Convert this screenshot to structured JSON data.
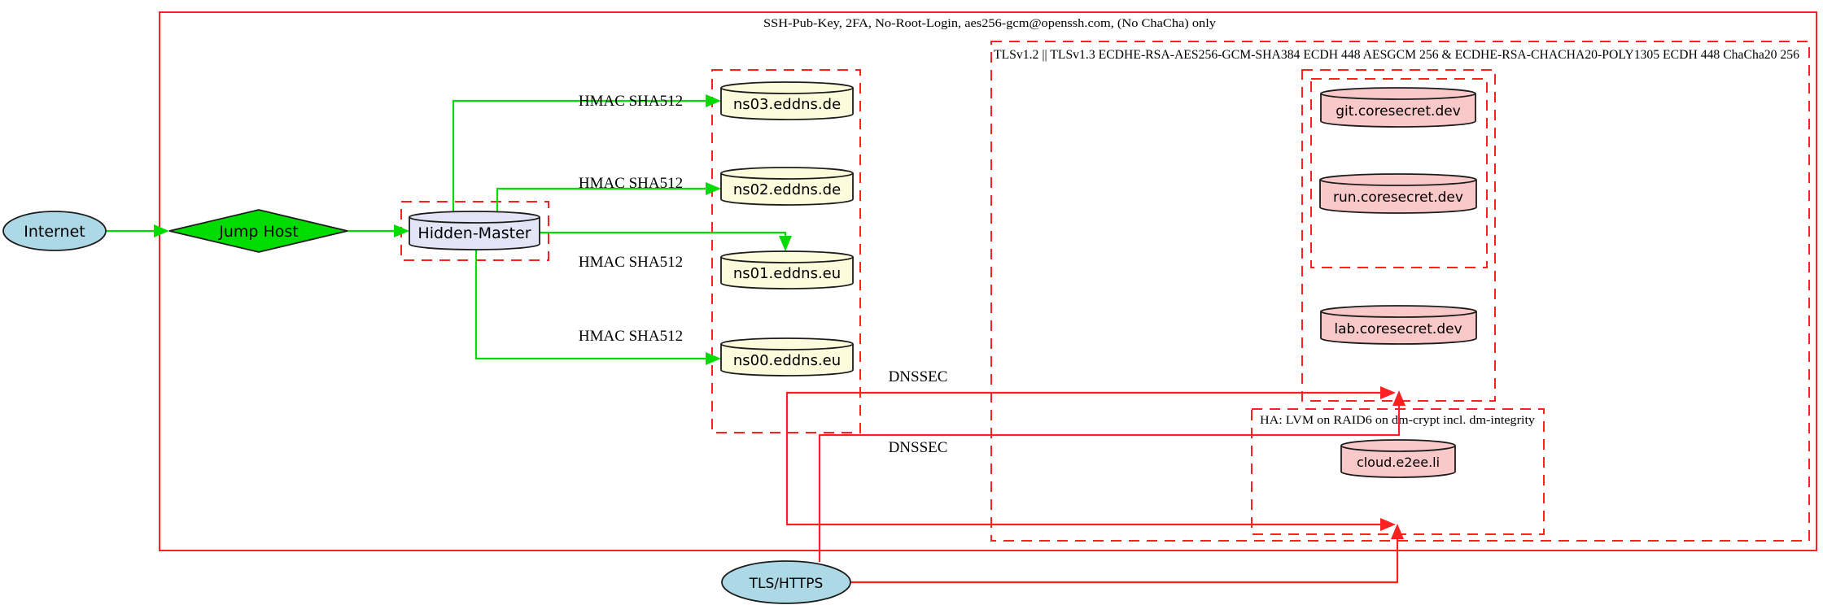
{
  "diagram": {
    "clusters": {
      "ssh": {
        "label": "SSH-Pub-Key, 2FA, No-Root-Login, aes256-gcm@openssh.com, (No ChaCha) only"
      },
      "tls": {
        "label": "TLSv1.2 || TLSv1.3 ECDHE-RSA-AES256-GCM-SHA384 ECDH 448 AESGCM 256 & ECDHE-RSA-CHACHA20-POLY1305 ECDH 448 ChaCha20 256"
      },
      "ha": {
        "label": "HA: LVM on RAID6 on dm-crypt incl. dm-integrity"
      }
    },
    "nodes": {
      "internet": {
        "label": "Internet"
      },
      "jump_host": {
        "label": "Jump Host"
      },
      "hidden_master": {
        "label": "Hidden-Master"
      },
      "ns03": {
        "label": "ns03.eddns.de"
      },
      "ns02": {
        "label": "ns02.eddns.de"
      },
      "ns01": {
        "label": "ns01.eddns.eu"
      },
      "ns00": {
        "label": "ns00.eddns.eu"
      },
      "git": {
        "label": "git.coresecret.dev"
      },
      "run": {
        "label": "run.coresecret.dev"
      },
      "lab": {
        "label": "lab.coresecret.dev"
      },
      "cloud": {
        "label": "cloud.e2ee.li"
      },
      "tls_https": {
        "label": "TLS/HTTPS"
      }
    },
    "edge_labels": {
      "hmac": "HMAC SHA512",
      "dnssec": "DNSSEC"
    },
    "colors": {
      "red": "#ff2020",
      "green": "#00dc00",
      "lightblue": "#add8e6",
      "lightyellow": "#fcfcdc",
      "pink": "#f9c8c8",
      "lavender": "#e4e4f7",
      "diamond": "#00dc00"
    }
  }
}
